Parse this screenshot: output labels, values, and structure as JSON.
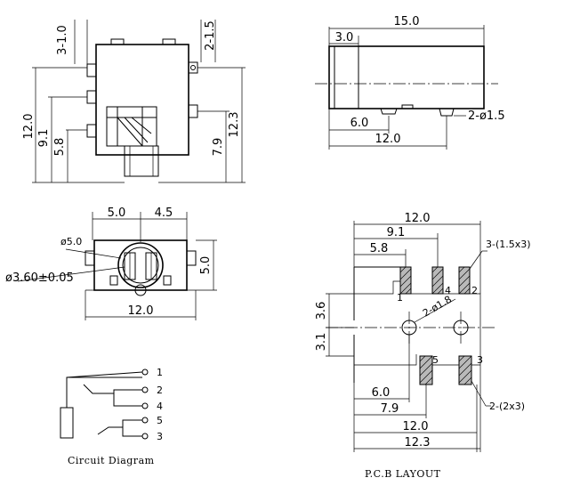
{
  "top_view": {
    "d_3_1_0": "3-1.0",
    "d_2_1_5": "2-1.5",
    "d_12_0": "12.0",
    "d_9_1": "9.1",
    "d_5_8": "5.8",
    "d_7_9": "7.9",
    "d_12_3": "12.3"
  },
  "side_view": {
    "d_15_0": "15.0",
    "d_3_0": "3.0",
    "d_6_0": "6.0",
    "d_12_0": "12.0",
    "d_2_dia_1_5": "2-ø1.5"
  },
  "front_view": {
    "d_5_0_left": "5.0",
    "d_4_5": "4.5",
    "d_dia_5_0": "ø5.0",
    "d_dia_3_60": "ø3.60±0.05",
    "d_5_0_right": "5.0",
    "d_12_0": "12.0"
  },
  "pcb_layout": {
    "d_12_0_top": "12.0",
    "d_9_1": "9.1",
    "d_5_8": "5.8",
    "d_3_1_5x3": "3-(1.5x3)",
    "d_3_6": "3.6",
    "d_2_dia_1_8": "2-ø1.8",
    "d_3_1": "3.1",
    "d_6_0": "6.0",
    "d_7_9": "7.9",
    "d_12_0_bottom": "12.0",
    "d_12_3": "12.3",
    "d_2_2x3": "2-(2x3)",
    "pin_1": "1",
    "pin_2": "2",
    "pin_3": "3",
    "pin_4": "4",
    "pin_5": "5",
    "caption": "P.C.B LAYOUT"
  },
  "circuit": {
    "pin_1": "1",
    "pin_2": "2",
    "pin_4": "4",
    "pin_5": "5",
    "pin_3": "3",
    "caption": "Circuit Diagram"
  }
}
